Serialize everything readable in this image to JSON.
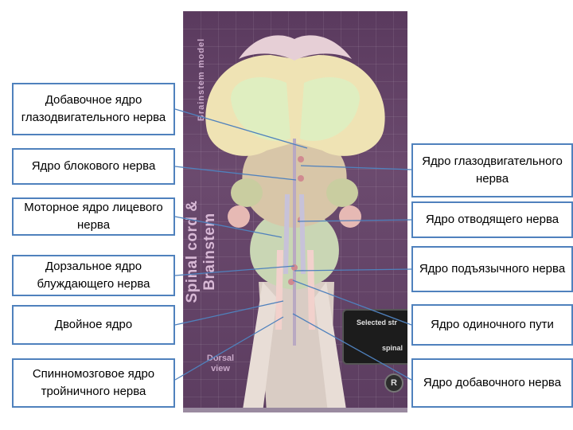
{
  "model": {
    "title_small": "Brainstem model",
    "title_big": "Spinal cord & Brainstem",
    "view_label": "Dorsal view",
    "selected_line1": "Selected str",
    "selected_line2": "spinal",
    "r_button": "R"
  },
  "labels_left": [
    {
      "id": "accessory-oculomotor",
      "text": "Добавочное ядро глазодвигательного нерва"
    },
    {
      "id": "trochlear",
      "text": "Ядро блокового нерва"
    },
    {
      "id": "facial-motor",
      "text": "Моторное ядро лицевого нерва"
    },
    {
      "id": "vagus-dorsal",
      "text": "Дорзальное ядро блуждающего нерва"
    },
    {
      "id": "ambiguus",
      "text": "Двойное ядро"
    },
    {
      "id": "trigeminal-spinal",
      "text": "Спинномозговое ядро тройничного нерва"
    }
  ],
  "labels_right": [
    {
      "id": "oculomotor",
      "text": "Ядро глазодвигательного нерва"
    },
    {
      "id": "abducens",
      "text": "Ядро отводящего нерва"
    },
    {
      "id": "hypoglossal",
      "text": "Ядро подъязычного нерва"
    },
    {
      "id": "solitary",
      "text": "Ядро одиночного пути"
    },
    {
      "id": "accessory",
      "text": "Ядро добавочного нерва"
    }
  ],
  "colors": {
    "label_border": "#4f81bd",
    "leader_line": "#4f81bd",
    "background_panel": "#5a3a5e"
  }
}
